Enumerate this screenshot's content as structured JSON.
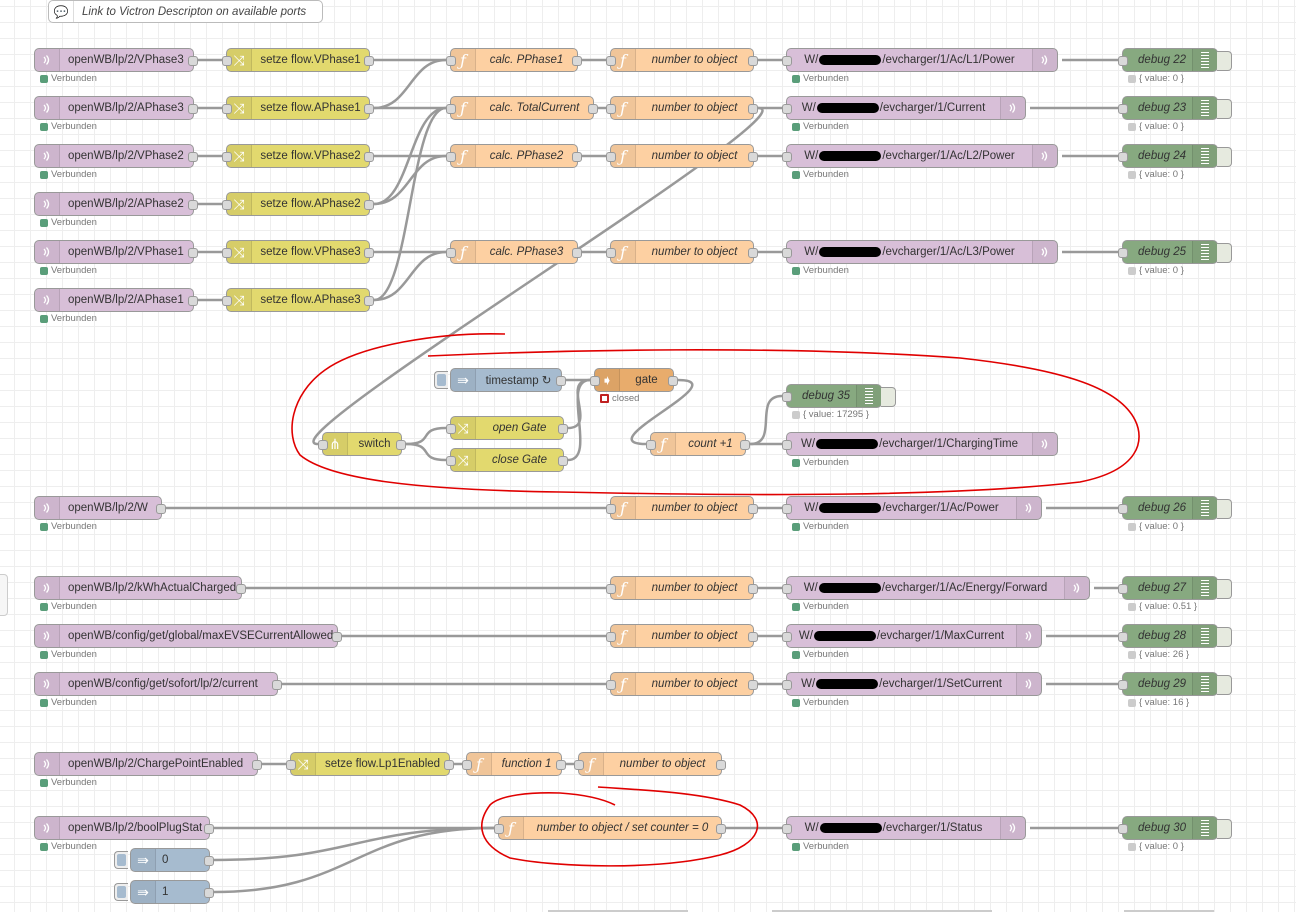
{
  "comment": {
    "label": "Link to Victron Descripton on available ports"
  },
  "status_text": {
    "connected": "Verbunden",
    "closed": "closed"
  },
  "colors": {
    "mqtt": "#d8bfd8",
    "change": "#e2d96e",
    "function": "#fdd0a2",
    "debug": "#87a980",
    "inject": "#a6bbcf",
    "gate": "#e8ac6c",
    "connected": "#5a9e7a",
    "annotation": "#e00000"
  },
  "icons": {
    "mqtt": "wifi-signal-icon",
    "change": "shuffle-icon",
    "function": "function-icon",
    "debug": "list-icon",
    "inject": "arrow-right-icon",
    "gate": "gate-icon",
    "switch": "split-icon",
    "comment": "speech-bubble-icon"
  },
  "mqtt_in": [
    {
      "id": "m1",
      "label": "openWB/lp/2/VPhase3"
    },
    {
      "id": "m2",
      "label": "openWB/lp/2/APhase3"
    },
    {
      "id": "m3",
      "label": "openWB/lp/2/VPhase2"
    },
    {
      "id": "m4",
      "label": "openWB/lp/2/APhase2"
    },
    {
      "id": "m5",
      "label": "openWB/lp/2/VPhase1"
    },
    {
      "id": "m6",
      "label": "openWB/lp/2/APhase1"
    },
    {
      "id": "m7",
      "label": "openWB/lp/2/W"
    },
    {
      "id": "m8",
      "label": "openWB/lp/2/kWhActualCharged"
    },
    {
      "id": "m9",
      "label": "openWB/config/get/global/maxEVSECurrentAllowed"
    },
    {
      "id": "m10",
      "label": "openWB/config/get/sofort/lp/2/current"
    },
    {
      "id": "m11",
      "label": "openWB/lp/2/ChargePointEnabled"
    },
    {
      "id": "m12",
      "label": "openWB/lp/2/boolPlugStat"
    }
  ],
  "change": [
    {
      "id": "c1",
      "label": "setze flow.VPhase1"
    },
    {
      "id": "c2",
      "label": "setze flow.APhase1"
    },
    {
      "id": "c3",
      "label": "setze flow.VPhase2"
    },
    {
      "id": "c4",
      "label": "setze flow.APhase2"
    },
    {
      "id": "c5",
      "label": "setze flow.VPhase3"
    },
    {
      "id": "c6",
      "label": "setze flow.APhase3"
    },
    {
      "id": "c7",
      "label": "open Gate"
    },
    {
      "id": "c8",
      "label": "close Gate"
    },
    {
      "id": "c9",
      "label": "setze flow.Lp1Enabled"
    }
  ],
  "functions": [
    {
      "id": "f1",
      "label": "calc. PPhase1"
    },
    {
      "id": "f2",
      "label": "calc. TotalCurrent"
    },
    {
      "id": "f3",
      "label": "calc. PPhase2"
    },
    {
      "id": "f4",
      "label": "calc. PPhase3"
    },
    {
      "id": "n1",
      "label": "number to object"
    },
    {
      "id": "n2",
      "label": "number to object"
    },
    {
      "id": "n3",
      "label": "number to object"
    },
    {
      "id": "n4",
      "label": "number to object"
    },
    {
      "id": "n5",
      "label": "number to object"
    },
    {
      "id": "n6",
      "label": "number to object"
    },
    {
      "id": "n7",
      "label": "number to object"
    },
    {
      "id": "n8",
      "label": "number to object"
    },
    {
      "id": "cnt",
      "label": "count +1"
    },
    {
      "id": "fn1",
      "label": "function 1"
    },
    {
      "id": "n9",
      "label": "number to object"
    },
    {
      "id": "nset",
      "label": "number to object / set counter = 0"
    }
  ],
  "mqtt_out": [
    {
      "id": "o1",
      "prefix": "W/",
      "suffix": "/evcharger/1/Ac/L1/Power"
    },
    {
      "id": "o2",
      "prefix": "W/",
      "suffix": "/evcharger/1/Current"
    },
    {
      "id": "o3",
      "prefix": "W/",
      "suffix": "/evcharger/1/Ac/L2/Power"
    },
    {
      "id": "o4",
      "prefix": "W/",
      "suffix": "/evcharger/1/Ac/L3/Power"
    },
    {
      "id": "o5",
      "prefix": "W/",
      "suffix": "/evcharger/1/ChargingTime"
    },
    {
      "id": "o6",
      "prefix": "W/",
      "suffix": "/evcharger/1/Ac/Power"
    },
    {
      "id": "o7",
      "prefix": "W/",
      "suffix": "/evcharger/1/Ac/Energy/Forward"
    },
    {
      "id": "o8",
      "prefix": "W/",
      "suffix": "/evcharger/1/MaxCurrent"
    },
    {
      "id": "o9",
      "prefix": "W/",
      "suffix": "/evcharger/1/SetCurrent"
    },
    {
      "id": "o10",
      "prefix": "W/",
      "suffix": "/evcharger/1/Status"
    }
  ],
  "debug": [
    {
      "id": "d22",
      "label": "debug 22",
      "value": "{ value: 0 }"
    },
    {
      "id": "d23",
      "label": "debug 23",
      "value": "{ value: 0 }"
    },
    {
      "id": "d24",
      "label": "debug 24",
      "value": "{ value: 0 }"
    },
    {
      "id": "d25",
      "label": "debug 25",
      "value": "{ value: 0 }"
    },
    {
      "id": "d35",
      "label": "debug 35",
      "value": "{ value: 17295 }"
    },
    {
      "id": "d26",
      "label": "debug 26",
      "value": "{ value: 0 }"
    },
    {
      "id": "d27",
      "label": "debug 27",
      "value": "{ value: 0.51 }"
    },
    {
      "id": "d28",
      "label": "debug 28",
      "value": "{ value: 26 }"
    },
    {
      "id": "d29",
      "label": "debug 29",
      "value": "{ value: 16 }"
    },
    {
      "id": "d30",
      "label": "debug 30",
      "value": "{ value: 0 }"
    }
  ],
  "inject": [
    {
      "id": "ts",
      "label": "timestamp ↻"
    },
    {
      "id": "i0",
      "label": "0"
    },
    {
      "id": "i1",
      "label": "1"
    }
  ],
  "gate": {
    "label": "gate"
  },
  "switch": {
    "label": "switch"
  }
}
